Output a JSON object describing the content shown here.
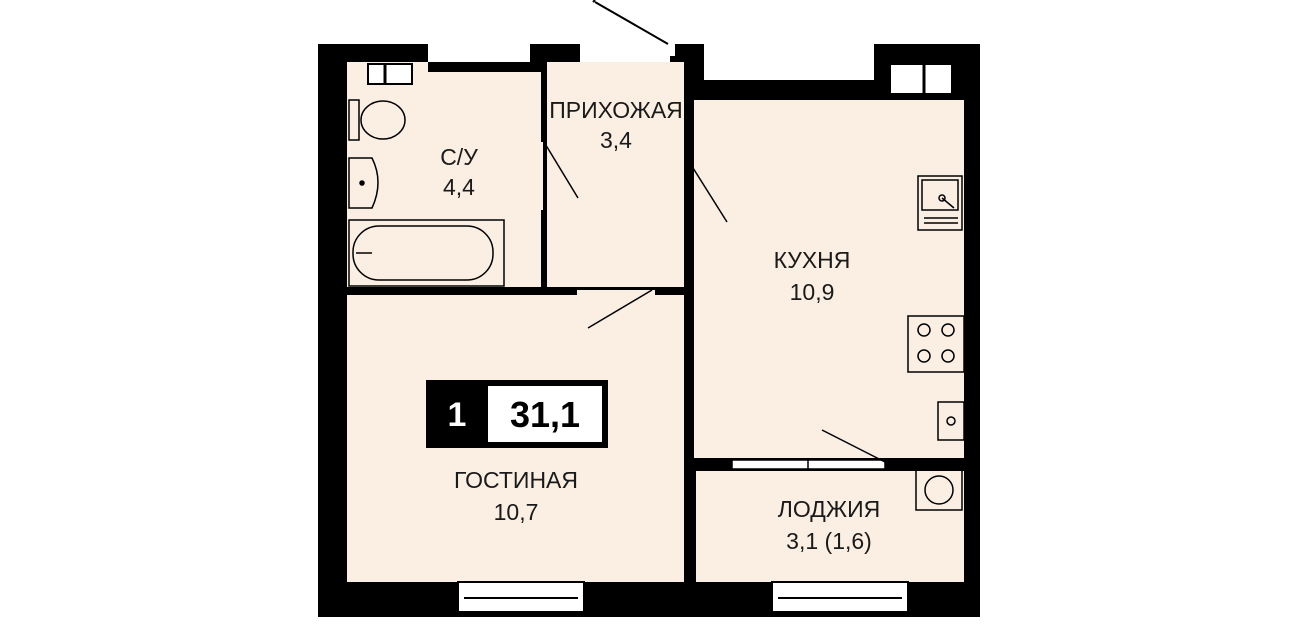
{
  "apartment": {
    "rooms_count": "1",
    "total_area": "31,1"
  },
  "rooms": {
    "hallway": {
      "name": "ПРИХОЖАЯ",
      "area": "3,4"
    },
    "bathroom": {
      "name": "С/У",
      "area": "4,4"
    },
    "kitchen": {
      "name": "КУХНЯ",
      "area": "10,9"
    },
    "living_room": {
      "name": "ГОСТИНАЯ",
      "area": "10,7"
    },
    "loggia": {
      "name": "ЛОДЖИЯ",
      "area": "3,1 (1,6)"
    }
  },
  "colors": {
    "floor": "#fbeee3",
    "wall": "#000000",
    "badge_dark": "#000000",
    "badge_light": "#ffffff"
  }
}
